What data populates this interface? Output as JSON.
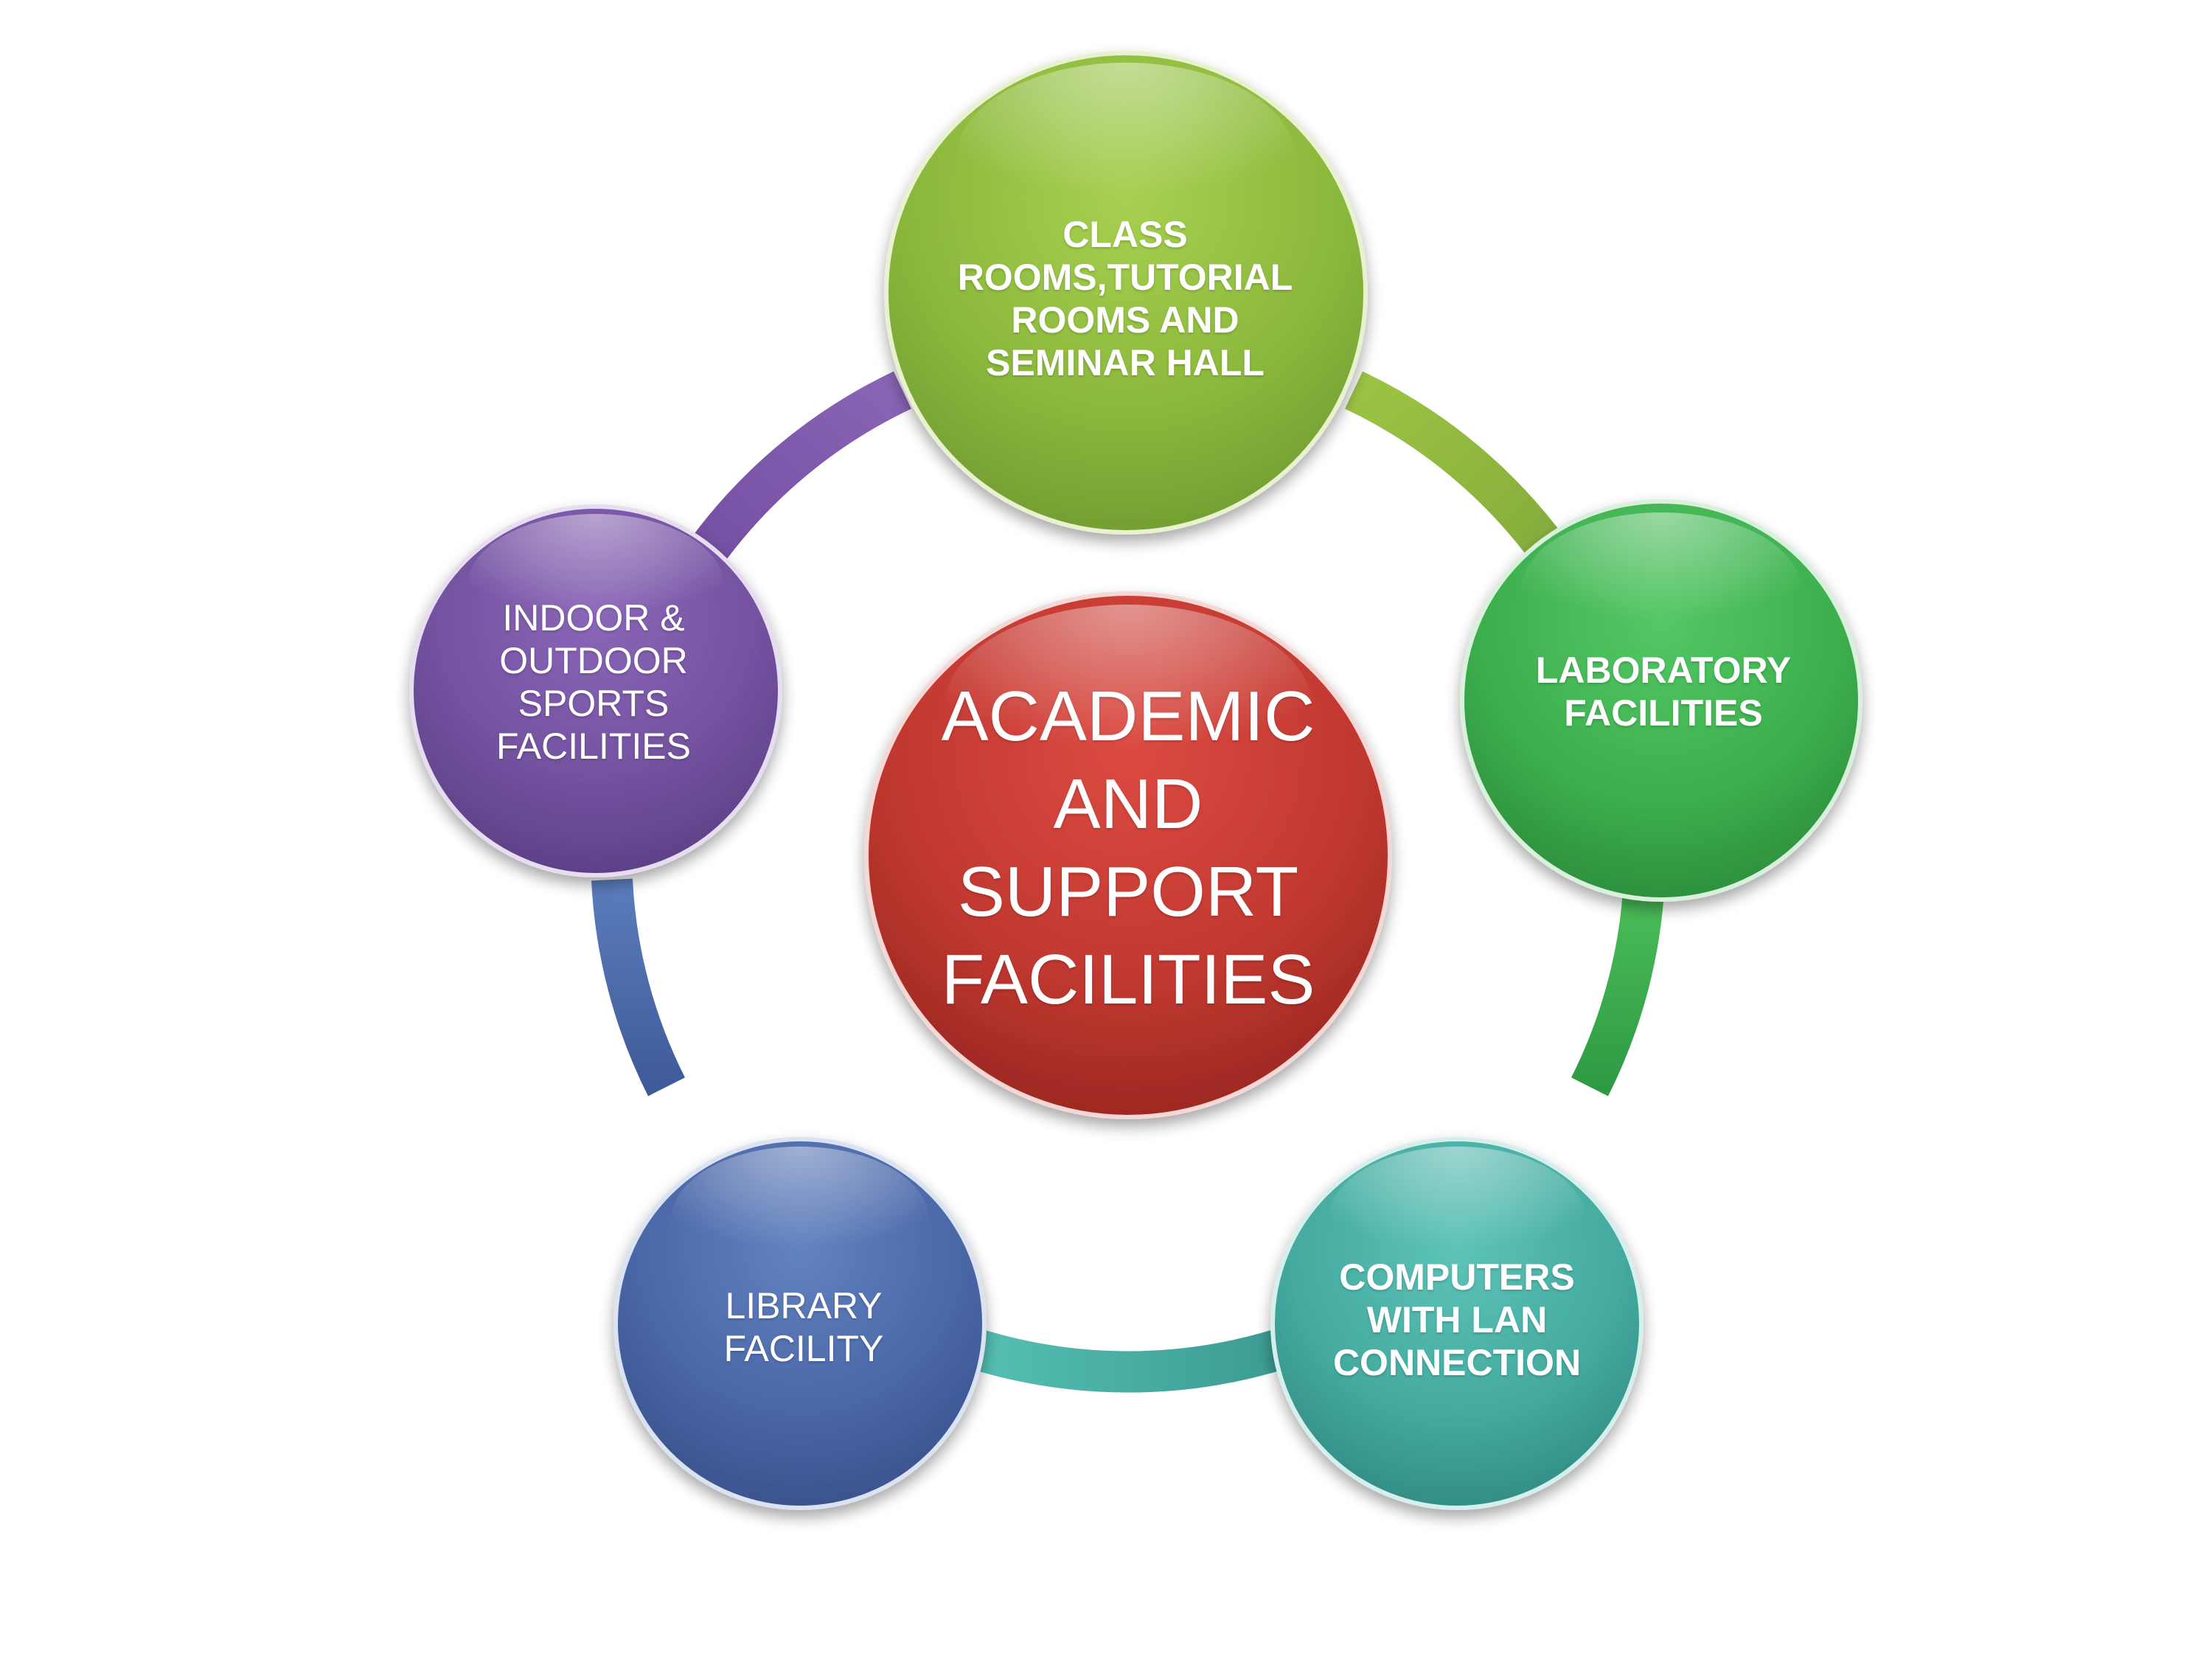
{
  "diagram": {
    "center": {
      "lines": [
        "ACADEMIC",
        "AND",
        "SUPPORT",
        "FACILITIES"
      ],
      "color": "#c0392f"
    },
    "nodes": [
      {
        "id": "classrooms",
        "lines": [
          "CLASS",
          "ROOMS,TUTORIAL",
          "ROOMS AND",
          "SEMINAR HALL"
        ],
        "color": "#8cb83c"
      },
      {
        "id": "laboratory",
        "lines": [
          "LABORATORY",
          "FACILITIES"
        ],
        "color": "#3fb04f"
      },
      {
        "id": "computers",
        "lines": [
          "COMPUTERS",
          "WITH LAN",
          "CONNECTION"
        ],
        "color": "#45aaa0"
      },
      {
        "id": "library",
        "lines": [
          "LIBRARY",
          "FACILITY"
        ],
        "color": "#4a62a2"
      },
      {
        "id": "sports",
        "lines": [
          "INDOOR &",
          "OUTDOOR",
          "SPORTS",
          "FACILITIES"
        ],
        "color": "#74509e"
      }
    ],
    "ring_colors": [
      "#99c040",
      "#45b550",
      "#48ada6",
      "#4d6aa8",
      "#7a55a5"
    ]
  }
}
